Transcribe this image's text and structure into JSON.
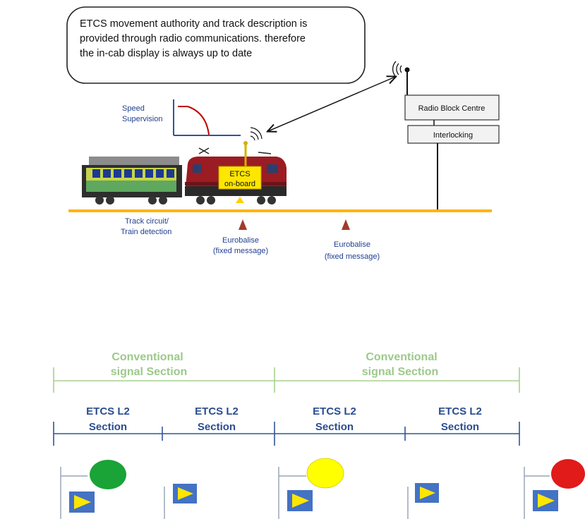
{
  "callout": {
    "lines": [
      "ETCS movement authority and track description is",
      "provided through radio communications.  therefore",
      "the in-cab display is always up to date"
    ]
  },
  "speed_supervision": {
    "line1": "Speed",
    "line2": "Supervision"
  },
  "rbc": {
    "label": "Radio Block Centre"
  },
  "interlocking": {
    "label": "Interlocking"
  },
  "onboard": {
    "line1": "ETCS",
    "line2": "on-board"
  },
  "track_circuit": {
    "line1": "Track circuit/",
    "line2": "Train detection"
  },
  "eurobalises": [
    {
      "line1": "Eurobalise",
      "line2": "(fixed message)"
    },
    {
      "line1": "Eurobalise",
      "line2": "(fixed message)"
    }
  ],
  "conventional_sections": [
    {
      "line1": "Conventional",
      "line2": "signal Section"
    },
    {
      "line1": "Conventional",
      "line2": "signal Section"
    }
  ],
  "etcs_sections": [
    {
      "line1": "ETCS L2",
      "line2": "Section"
    },
    {
      "line1": "ETCS L2",
      "line2": "Section"
    },
    {
      "line1": "ETCS L2",
      "line2": "Section"
    },
    {
      "line1": "ETCS L2",
      "line2": "Section"
    }
  ],
  "signals": [
    {
      "color": "green",
      "fill": "#1aa337"
    },
    {
      "color": "yellow",
      "fill": "#ffff00"
    },
    {
      "color": "red",
      "fill": "#e11a1a"
    }
  ],
  "colors": {
    "track": "#ffb400",
    "section_line_green": "#a8d08d",
    "section_line_blue": "#2f5597",
    "marker_fill": "#4472c4",
    "marker_triangle": "#ffe600"
  }
}
